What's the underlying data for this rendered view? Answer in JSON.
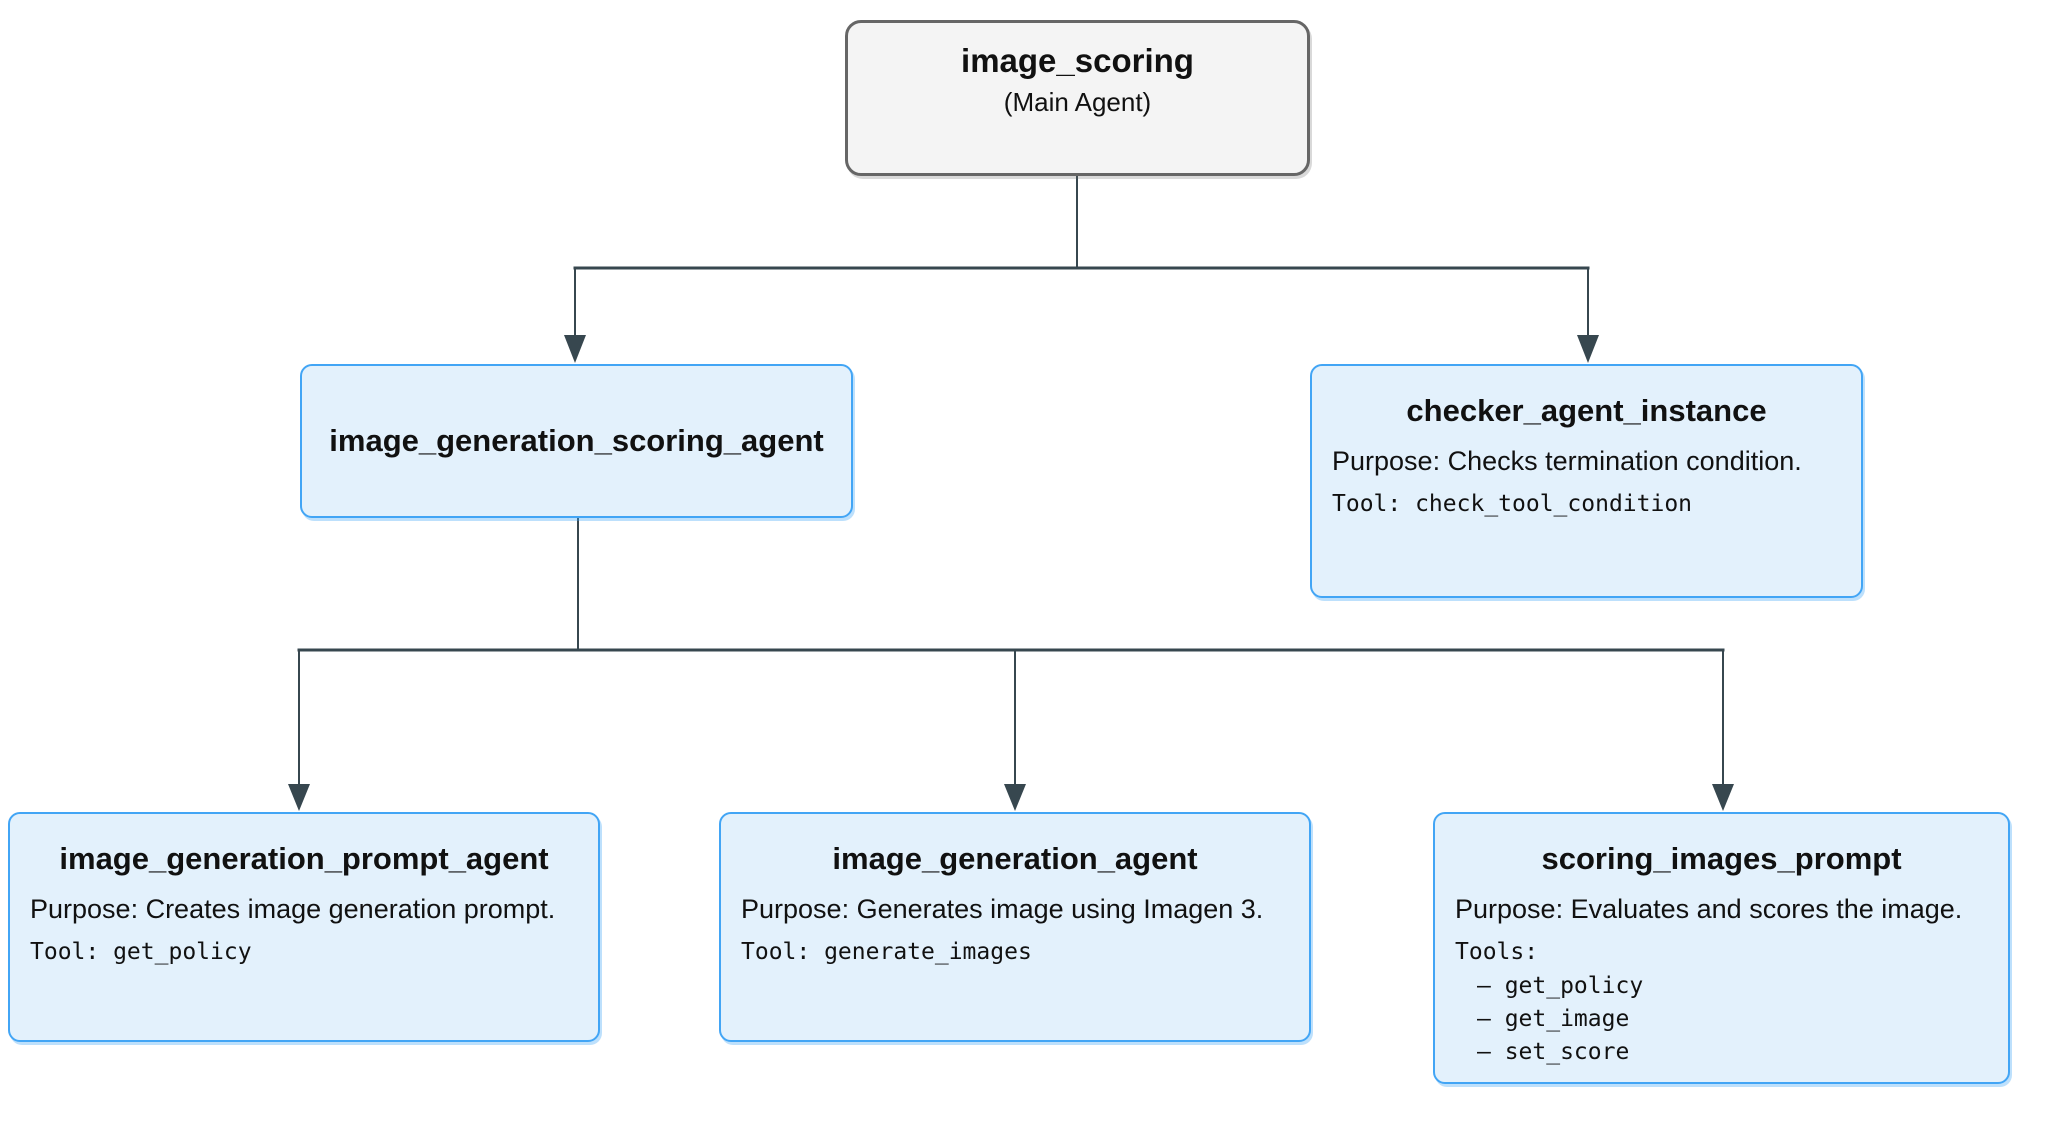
{
  "colors": {
    "node_fill": "#E3F1FC",
    "node_border": "#42A5F5",
    "root_fill": "#F4F4F4",
    "root_border": "#666666",
    "connector": "#37474F",
    "text": "#111111"
  },
  "nodes": {
    "root": {
      "title": "image_scoring",
      "subtitle": "(Main Agent)"
    },
    "image_generation_scoring_agent": {
      "title": "image_generation_scoring_agent"
    },
    "checker_agent_instance": {
      "title": "checker_agent_instance",
      "purpose": "Purpose: Checks termination condition.",
      "tool": "Tool: check_tool_condition"
    },
    "image_generation_prompt_agent": {
      "title": "image_generation_prompt_agent",
      "purpose": "Purpose: Creates image generation prompt.",
      "tool": "Tool: get_policy"
    },
    "image_generation_agent": {
      "title": "image_generation_agent",
      "purpose": "Purpose: Generates image using Imagen 3.",
      "tool": "Tool: generate_images"
    },
    "scoring_images_prompt": {
      "title": "scoring_images_prompt",
      "purpose": "Purpose: Evaluates and scores the image.",
      "tools_label": "Tools:",
      "tools": [
        "– get_policy",
        "– get_image",
        "– set_score"
      ]
    }
  }
}
